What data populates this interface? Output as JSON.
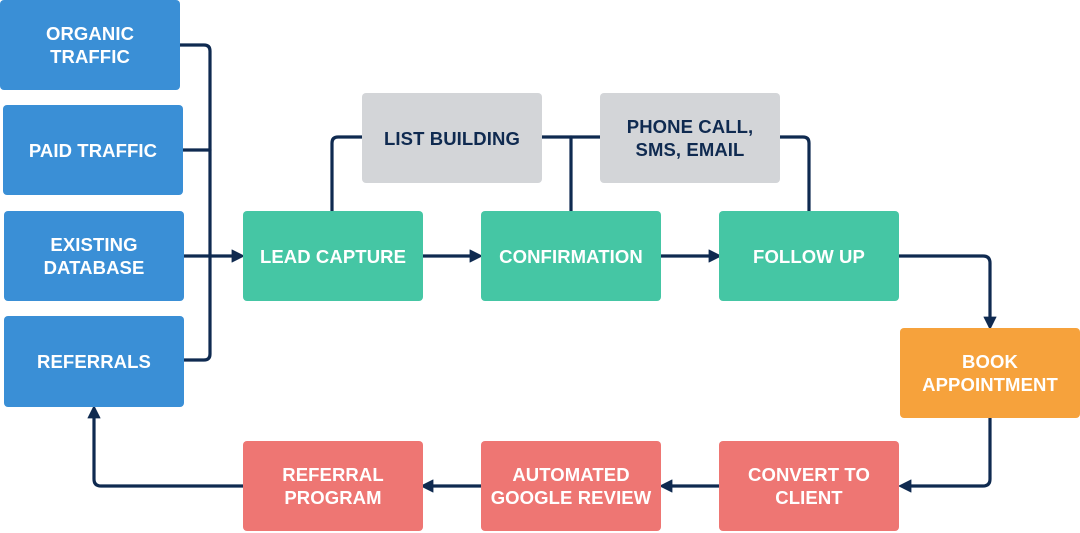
{
  "colors": {
    "source": "#3a8fd6",
    "process": "#45c6a4",
    "channel": "#d3d5d8",
    "booking": "#f6a23c",
    "outcome": "#ee7673",
    "connector": "#0f2a50",
    "channel_text": "#0f2a50"
  },
  "sources": {
    "organic": "ORGANIC\nTRAFFIC",
    "paid": "PAID TRAFFIC",
    "existing": "EXISTING\nDATABASE",
    "referrals": "REFERRALS"
  },
  "channels": {
    "list_building": "LIST BUILDING",
    "phone": "PHONE CALL,\nSMS, EMAIL"
  },
  "process": {
    "lead_capture": "LEAD CAPTURE",
    "confirmation": "CONFIRMATION",
    "follow_up": "FOLLOW UP"
  },
  "booking": {
    "book": "BOOK\nAPPOINTMENT"
  },
  "outcomes": {
    "convert": "CONVERT TO\nCLIENT",
    "review": "AUTOMATED\nGOOGLE REVIEW",
    "referral_program": "REFERRAL\nPROGRAM"
  }
}
